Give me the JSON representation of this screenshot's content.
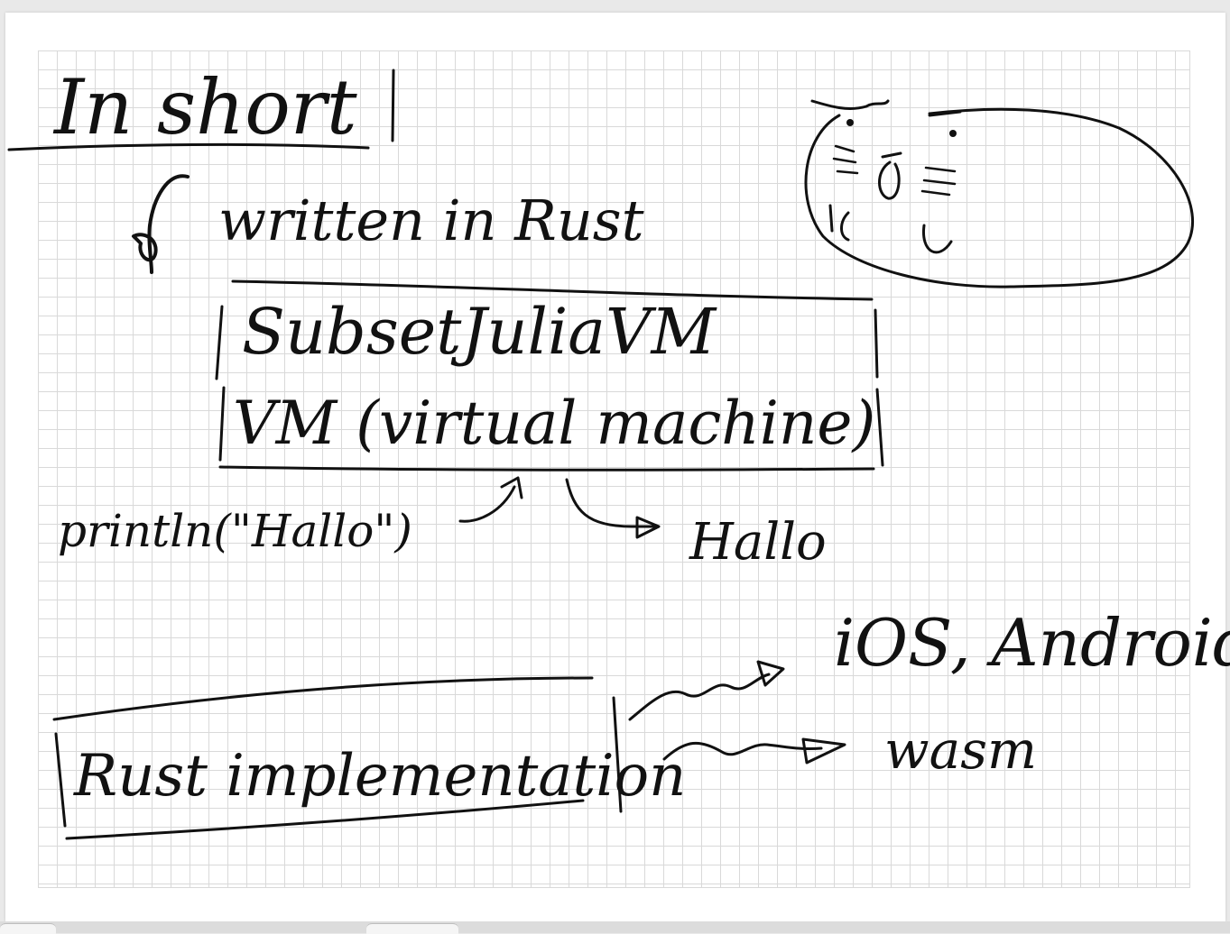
{
  "notes": {
    "heading": "In short",
    "line_written": "written in Rust",
    "box_line1": "SubsetJuliaVM",
    "box_line2": "VM (virtual machine)",
    "println": "println(\"Hallo\")",
    "output": "Hallo",
    "rust_box": "Rust implementation",
    "target1": "iOS, Android",
    "target2": "wasm"
  },
  "colors": {
    "ink": "#111111",
    "grid": "#d9d9d9",
    "paper": "#ffffff"
  }
}
